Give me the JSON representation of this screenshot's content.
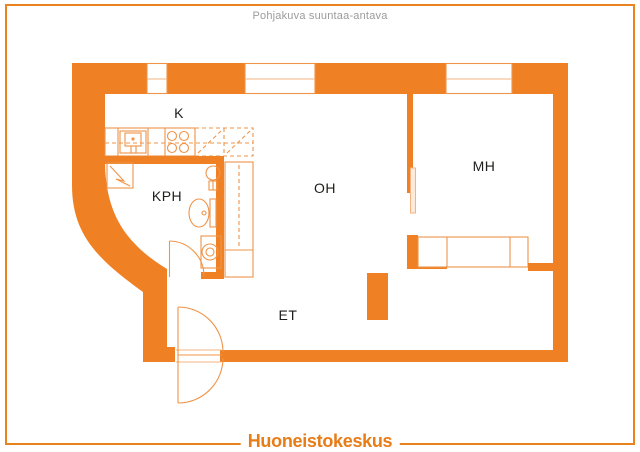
{
  "caption": "Pohjakuva suuntaa-antava",
  "brand": {
    "name": "Huoneistokeskus"
  },
  "rooms": {
    "kitchen": {
      "label": "K"
    },
    "bathroom": {
      "label": "KPH"
    },
    "living": {
      "label": "OH"
    },
    "bedroom": {
      "label": "MH"
    },
    "entry": {
      "label": "ET"
    }
  },
  "fixture_icons": [
    "window-icon",
    "kitchen-sink-icon",
    "stove-burners-icon",
    "upper-cabinet-dashed-icon",
    "electrical-cabinet-icon",
    "washbasin-icon",
    "toilet-icon",
    "washing-machine-icon",
    "hall-closet-icon",
    "bedroom-wardrobe-icon",
    "bathroom-door-swing-icon",
    "bedroom-door-leaf-icon",
    "entrance-door-swing-icon",
    "pillar"
  ],
  "colors": {
    "wall": "#ef8124",
    "outline": "#ef9449",
    "outline_light": "#f4b383",
    "frame": "#e8831f",
    "brand": "#e87c17",
    "caption": "#9b9b9b",
    "label": "#1d1d1b",
    "door_leaf_fill": "#fcebdb"
  }
}
